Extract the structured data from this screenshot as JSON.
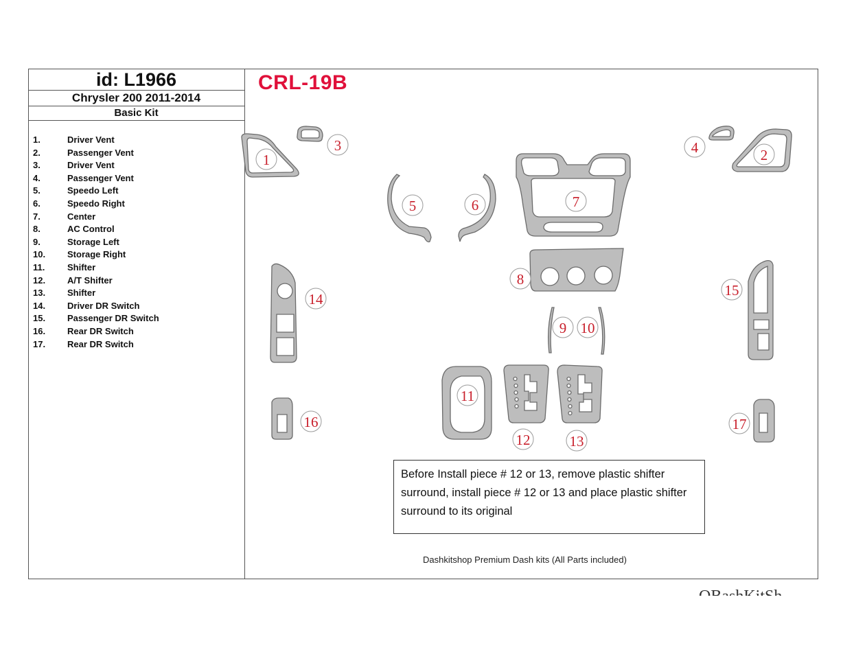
{
  "header": {
    "id_label": "id: L1966",
    "model": "Chrysler 200 2011-2014",
    "kit": "Basic Kit"
  },
  "code": "CRL-19B",
  "parts": [
    {
      "num": "1.",
      "name": "Driver Vent"
    },
    {
      "num": "2.",
      "name": "Passenger Vent"
    },
    {
      "num": "3.",
      "name": "Driver Vent"
    },
    {
      "num": "4.",
      "name": "Passenger Vent"
    },
    {
      "num": "5.",
      "name": "Speedo Left"
    },
    {
      "num": "6.",
      "name": "Speedo Right"
    },
    {
      "num": "7.",
      "name": "Center"
    },
    {
      "num": "8.",
      "name": "AC Control"
    },
    {
      "num": "9.",
      "name": "Storage Left"
    },
    {
      "num": "10.",
      "name": "Storage Right"
    },
    {
      "num": "11.",
      "name": "Shifter"
    },
    {
      "num": "12.",
      "name": "A/T Shifter"
    },
    {
      "num": "13.",
      "name": "Shifter"
    },
    {
      "num": "14.",
      "name": "Driver DR Switch"
    },
    {
      "num": "15.",
      "name": "Passenger DR Switch"
    },
    {
      "num": "16.",
      "name": "Rear DR Switch"
    },
    {
      "num": "17.",
      "name": "Rear DR Switch"
    }
  ],
  "callouts": [
    "1",
    "2",
    "3",
    "4",
    "5",
    "6",
    "7",
    "8",
    "9",
    "10",
    "11",
    "12",
    "13",
    "14",
    "15",
    "16",
    "17"
  ],
  "note": "Before Install piece # 12 or 13, remove plastic shifter surround, install piece # 12 or 13 and place plastic shifter surround to its original",
  "footer": "Dashkitshop Premium Dash kits (All Parts included)",
  "cut_text": "OBashKitSh",
  "colors": {
    "code": "#e0103a",
    "callout": "#c81e2a",
    "part_fill": "#bdbdbd",
    "part_stroke": "#6b6b6b"
  }
}
